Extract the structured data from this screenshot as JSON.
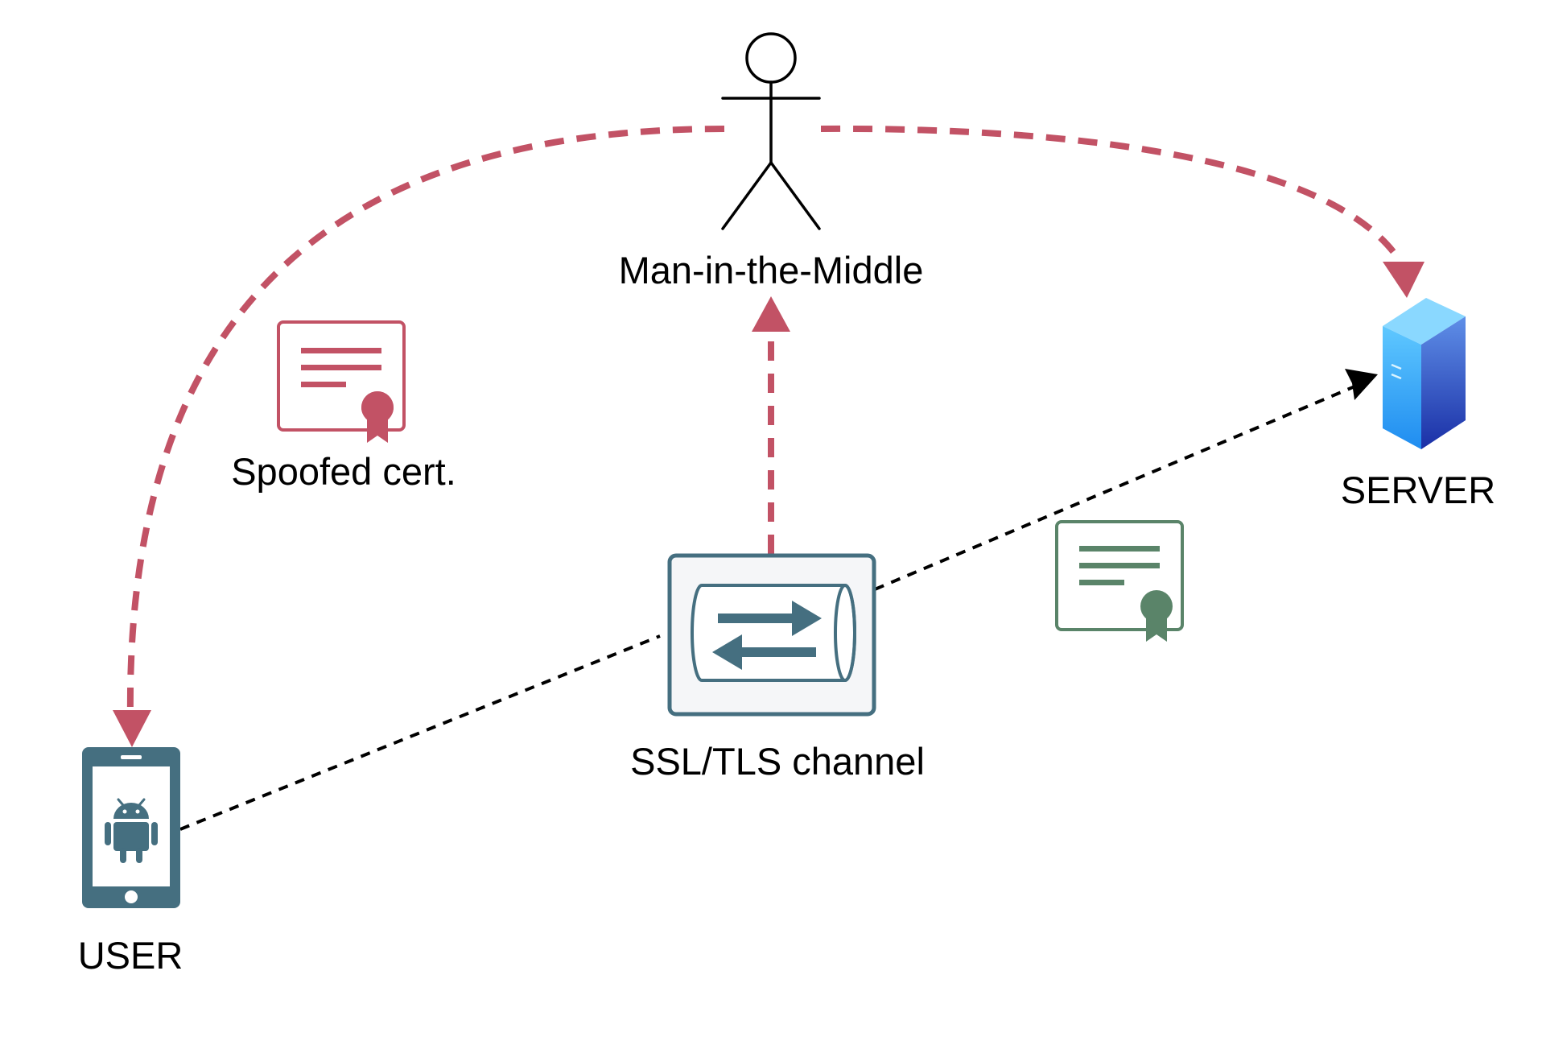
{
  "labels": {
    "mitm": "Man-in-the-Middle",
    "spoofed_cert": "Spoofed cert.",
    "server": "SERVER",
    "channel": "SSL/TLS channel",
    "user": "USER"
  },
  "icons": {
    "mitm": "stick-figure-icon",
    "spoofed_cert": "certificate-icon",
    "server": "server-tower-icon",
    "channel": "encrypted-channel-icon",
    "valid_cert": "certificate-icon",
    "user": "android-phone-icon"
  },
  "colors": {
    "attack": "#c25265",
    "valid": "#5a8469",
    "device": "#456f80",
    "channel_bg": "#f5f6f8",
    "direct_link": "#000000",
    "server_light": "#3fbaf9",
    "server_dark": "#1c44b8"
  }
}
